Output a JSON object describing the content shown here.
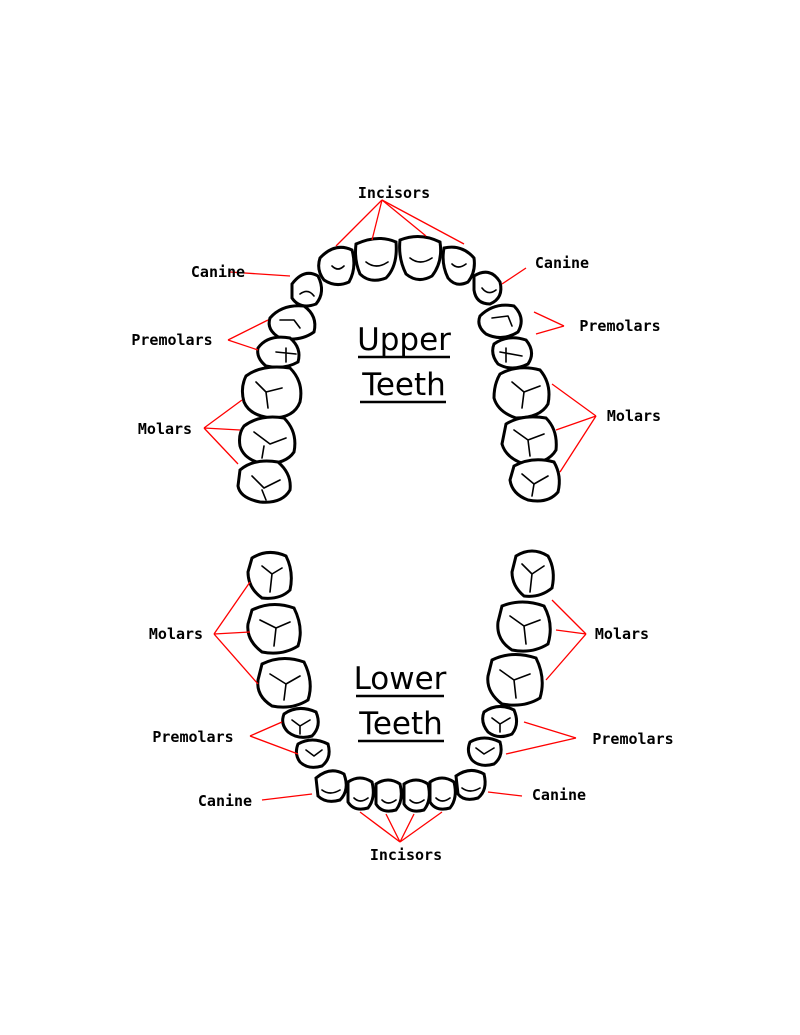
{
  "upper": {
    "title_line1": "Upper",
    "title_line2": "Teeth",
    "labels": {
      "incisors": "Incisors",
      "canine_left": "Canine",
      "canine_right": "Canine",
      "premolars_left": "Premolars",
      "premolars_right": "Premolars",
      "molars_left": "Molars",
      "molars_right": "Molars"
    }
  },
  "lower": {
    "title_line1": "Lower",
    "title_line2": "Teeth",
    "labels": {
      "incisors": "Incisors",
      "canine_left": "Canine",
      "canine_right": "Canine",
      "premolars_left": "Premolars",
      "premolars_right": "Premolars",
      "molars_left": "Molars",
      "molars_right": "Molars"
    }
  },
  "colors": {
    "leader_lines": "#ff0000",
    "outline": "#000000",
    "background": "#ffffff"
  }
}
